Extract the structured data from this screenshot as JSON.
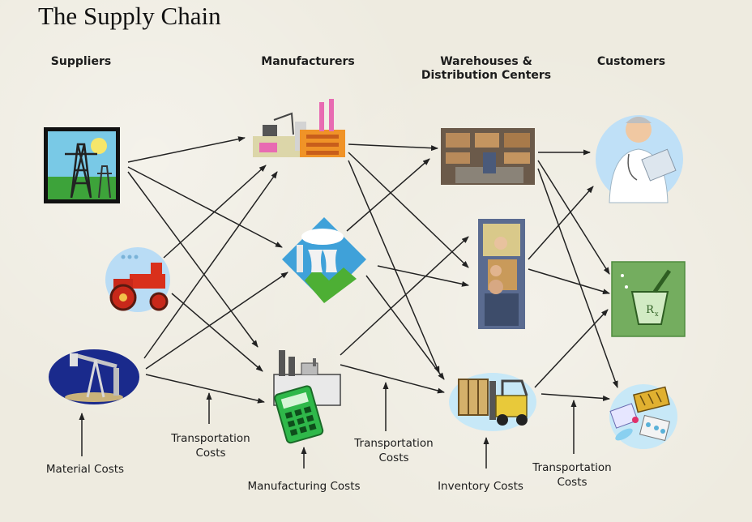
{
  "title": "The Supply Chain",
  "columns": {
    "suppliers": "Suppliers",
    "manufacturers": "Manufacturers",
    "warehouses_line1": "Warehouses &",
    "warehouses_line2": "Distribution Centers",
    "customers": "Customers"
  },
  "costs": {
    "material": "Material Costs",
    "transport1_line1": "Transportation",
    "transport1_line2": "Costs",
    "manufacturing": "Manufacturing Costs",
    "transport2_line1": "Transportation",
    "transport2_line2": "Costs",
    "inventory": "Inventory Costs",
    "transport3_line1": "Transportation",
    "transport3_line2": "Costs"
  },
  "nodes": {
    "supplier_1": "power-tower-icon",
    "supplier_2": "tractor-icon",
    "supplier_3": "oil-pump-icon",
    "manufacturer_1": "factory-icon",
    "manufacturer_2": "power-plant-icon",
    "manufacturer_3": "factory-calculator-icon",
    "warehouse_1": "warehouse-icon",
    "warehouse_2": "workers-icon",
    "warehouse_3": "forklift-icon",
    "customer_1": "doctor-icon",
    "customer_2": "pharmacy-icon",
    "customer_3": "medicine-icon"
  },
  "colors": {
    "arrow": "#222222",
    "background": "#eeebe0"
  }
}
